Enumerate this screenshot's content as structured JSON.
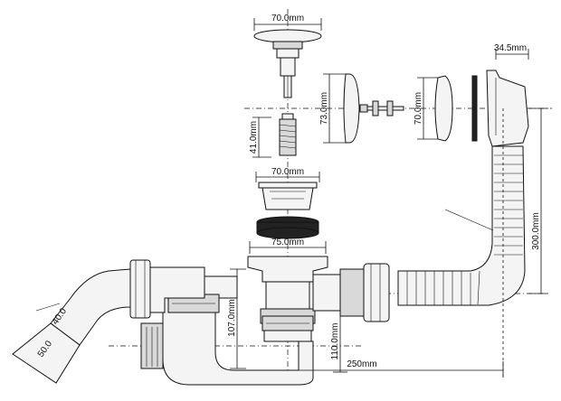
{
  "dimensions": {
    "cap_width": "70.0mm",
    "overflow_width": "34.5mm",
    "valve_height": "73.0mm",
    "overflow_cover": "70.0mm",
    "stem_length": "41.0mm",
    "strainer_width": "70.0mm",
    "gasket_width": "75.0mm",
    "hose_length": "300.0mm",
    "trap_height": "107.0mm",
    "outlet_height": "110.0mm",
    "horizontal_span": "250mm",
    "pipe_40": "40.0",
    "pipe_50": "50.0"
  }
}
